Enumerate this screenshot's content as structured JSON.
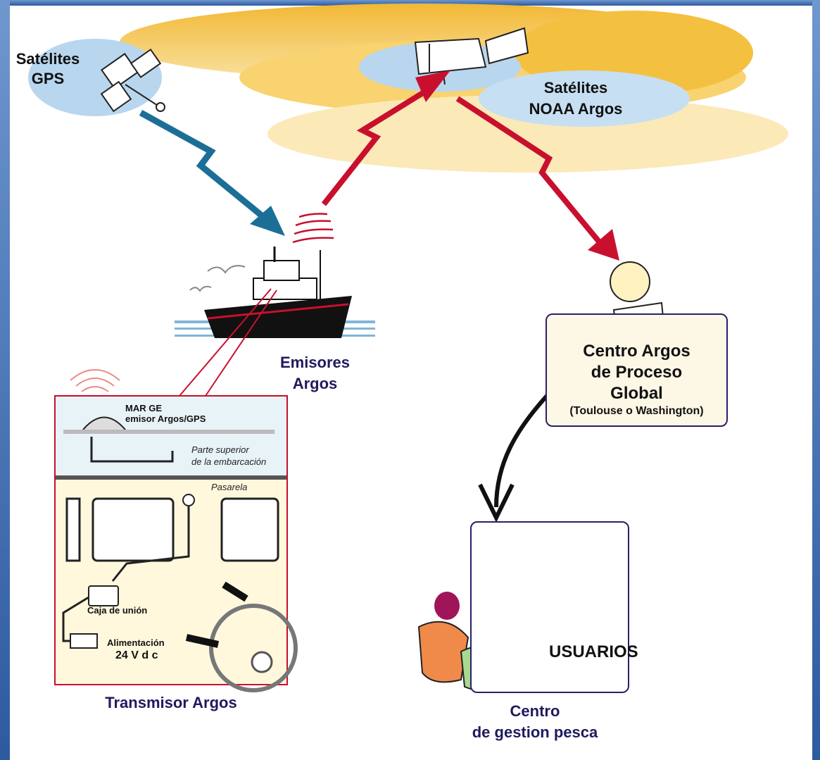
{
  "labels": {
    "gps_sat": "Satélites\nGPS",
    "noaa_sat": "Satélites\nNOAA Argos",
    "emisores": "Emisores\nArgos",
    "centro_argos_1": "Centro Argos",
    "centro_argos_2": "de Proceso",
    "centro_argos_3": "Global",
    "centro_argos_loc": "(Toulouse o Washington)",
    "transmisor": "Transmisor Argos",
    "usuarios": "USUARIOS",
    "centro_pesca": "Centro\nde gestion pesca"
  },
  "inset": {
    "mar_ge": "MAR GE\nemisor Argos/GPS",
    "parte_superior": "Parte superior\nde la embarcación",
    "pasarela": "Pasarela",
    "caja": "Caja de unión",
    "alimentacion": "Alimentación",
    "voltaje": "24 V  d c"
  },
  "colors": {
    "blue_arrow": "#1b6f96",
    "red_arrow": "#c8102e",
    "navy_text": "#1f1a5e",
    "cloud_orange": "#f4c040",
    "cloud_blue": "#b8d6ee",
    "frame_blue": "#3d6fb3"
  }
}
